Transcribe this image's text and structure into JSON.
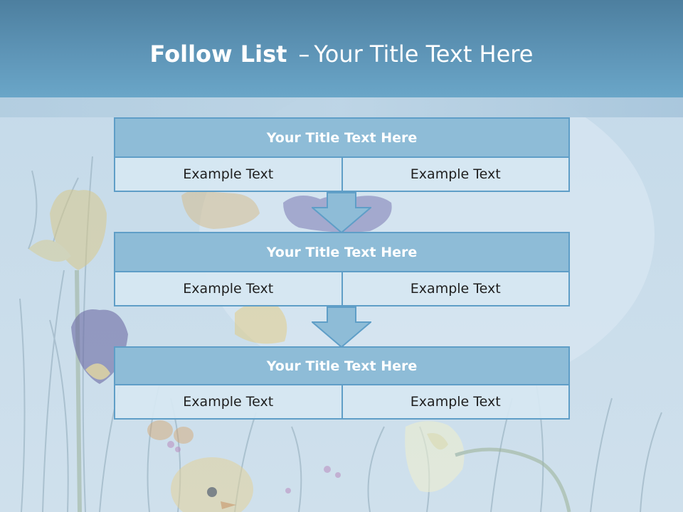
{
  "slide": {
    "title_bold": "Follow List",
    "title_dash": "–",
    "title_rest": "Your Title Text Here"
  },
  "steps": [
    {
      "title": "Your Title Text Here",
      "left": "Example Text",
      "right": "Example Text"
    },
    {
      "title": "Your Title Text Here",
      "left": "Example Text",
      "right": "Example Text"
    },
    {
      "title": "Your Title Text Here",
      "left": "Example Text",
      "right": "Example Text"
    }
  ],
  "colors": {
    "header": "#5e95b7",
    "block_title_fill": "#8ebcd7",
    "border": "#5f9ec7",
    "cell_fill": "#d6e7f2",
    "arrow_fill": "#8ebcd7"
  }
}
